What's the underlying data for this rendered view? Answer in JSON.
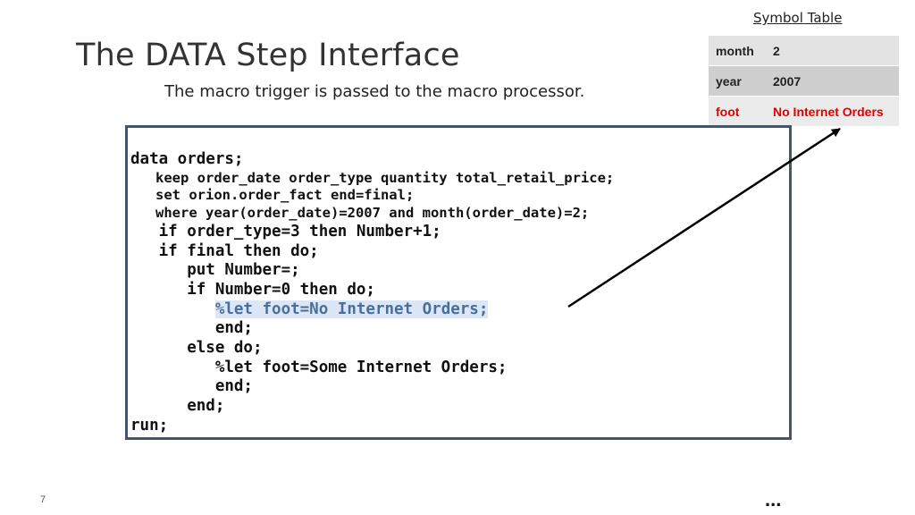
{
  "slide": {
    "title": "The DATA Step Interface",
    "subtitle": "The macro trigger is passed to the macro processor.",
    "page_number": "7",
    "continuation": "..."
  },
  "symbol_table": {
    "label": "Symbol Table",
    "rows": [
      {
        "name": "month",
        "value": "2"
      },
      {
        "name": "year",
        "value": "2007"
      },
      {
        "name": "foot",
        "value": "No Internet Orders"
      }
    ],
    "highlight_color": "#e00000"
  },
  "code": {
    "lines": [
      {
        "text": "data orders;",
        "size": "big"
      },
      {
        "text": "   keep order_date order_type quantity total_retail_price;",
        "size": "small"
      },
      {
        "text": "   set orion.order_fact end=final;",
        "size": "small"
      },
      {
        "text": "   where year(order_date)=2007 and month(order_date)=2;",
        "size": "small"
      },
      {
        "text": "   if order_type=3 then Number+1;",
        "size": "big"
      },
      {
        "text": "   if final then do;",
        "size": "big"
      },
      {
        "text": "      put Number=;",
        "size": "big"
      },
      {
        "text": "      if Number=0 then do;",
        "size": "big"
      },
      {
        "text": "%let foot=No Internet Orders;",
        "size": "big",
        "indent": "         ",
        "highlight": true
      },
      {
        "text": "         end;",
        "size": "big"
      },
      {
        "text": "      else do;",
        "size": "big"
      },
      {
        "text": "         %let foot=Some Internet Orders;",
        "size": "big"
      },
      {
        "text": "         end;",
        "size": "big"
      },
      {
        "text": "      end;",
        "size": "big"
      },
      {
        "text": "run;",
        "size": "big"
      }
    ],
    "highlight_color": "#dbe7f7",
    "border_color": "#44546a"
  }
}
